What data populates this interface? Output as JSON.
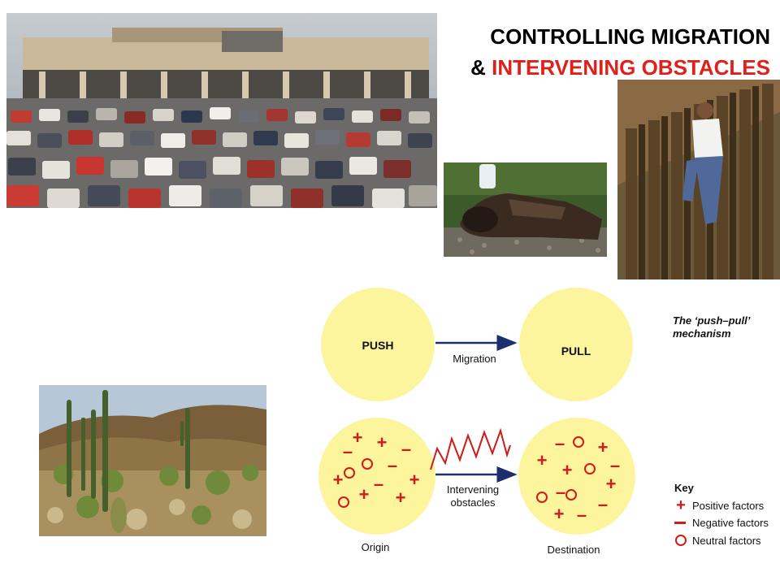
{
  "slide": {
    "title_line1": "CONTROLLING MIGRATION",
    "title_line2_prefix": "& ",
    "title_line2_highlight": "INTERVENING OBSTACLES",
    "accent_color": "#e0201b"
  },
  "photos": [
    {
      "name": "border-crossing-traffic-photo",
      "icon": "photo-icon"
    },
    {
      "name": "migrant-resting-photo",
      "icon": "photo-icon"
    },
    {
      "name": "border-fence-climber-photo",
      "icon": "photo-icon"
    },
    {
      "name": "desert-cactus-photo",
      "icon": "photo-icon"
    }
  ],
  "diagram": {
    "push_label": "PUSH",
    "pull_label": "PULL",
    "migration_label": "Migration",
    "caption_line1": "The ‘push–pull’",
    "caption_line2": "mechanism",
    "obstacles_line1": "Intervening",
    "obstacles_line2": "obstacles",
    "origin_label": "Origin",
    "destination_label": "Destination",
    "positive_symbol": "+",
    "negative_symbol": "–",
    "key": {
      "title": "Key",
      "positive": "Positive factors",
      "negative": "Negative factors",
      "neutral": "Neutral factors"
    },
    "colors": {
      "circle_fill": "#fdf59e",
      "arrow": "#1c2e6e",
      "factor": "#d11a1a"
    }
  }
}
